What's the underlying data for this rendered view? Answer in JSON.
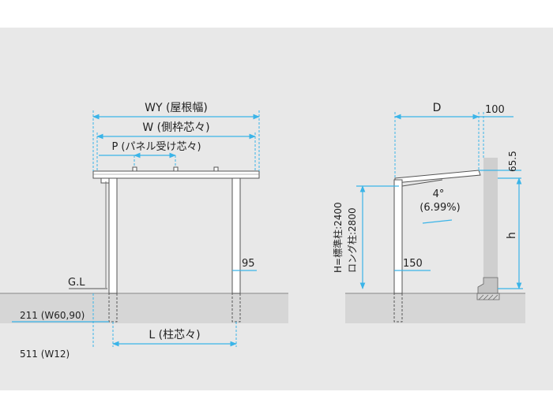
{
  "colors": {
    "background_band": "#e8e8e8",
    "ground": "#d6d6d6",
    "dimension_line": "#3ab4e8",
    "structure": "#555555"
  },
  "front_view": {
    "wy_label": "WY (屋根幅)",
    "w_label": "W (側枠芯々)",
    "p_label": "P (パネル受け芯々)",
    "gl_label": "G.L",
    "post_size_label": "95",
    "embed_label_1": "211 (W60,90)",
    "embed_label_2": "511 (W12)",
    "l_label": "L (柱芯々)"
  },
  "side_view": {
    "d_label": "D",
    "top_offset_label": "100",
    "eave_label": "65.5",
    "angle_label": "4°",
    "slope_label": "(6.99%)",
    "height_label": "h",
    "post_size_label": "150",
    "h_standard_label": "H=標準柱:2400",
    "h_long_label": "ロング柱:2800"
  }
}
